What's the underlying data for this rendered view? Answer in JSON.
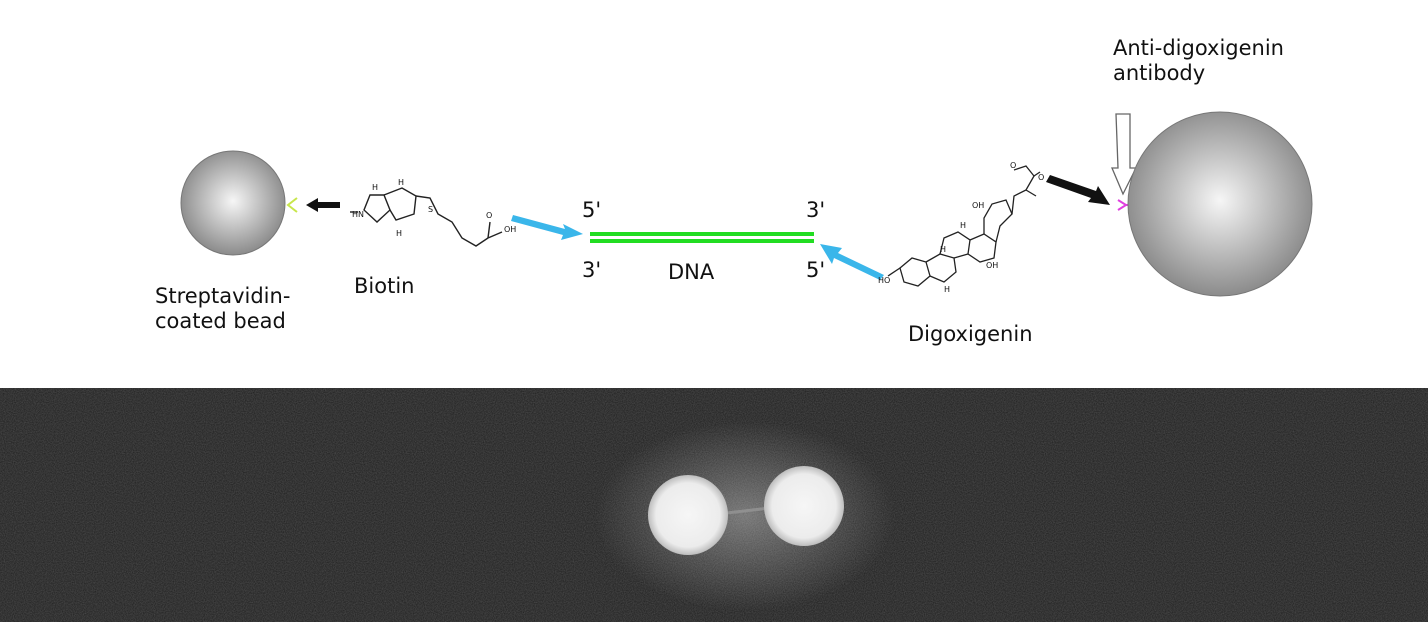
{
  "diagram": {
    "labels": {
      "streptavidin_bead": "Streptavidin-\ncoated bead",
      "biotin": "Biotin",
      "dna": "DNA",
      "strand_top_left": "5'",
      "strand_bottom_left": "3'",
      "strand_top_right": "3'",
      "strand_bottom_right": "5'",
      "digoxigenin": "Digoxigenin",
      "antibody": "Anti-digoxigenin\nantibody"
    },
    "chemical_atoms": {
      "biotin_n1": "H",
      "biotin_n2": "HN",
      "biotin_h1": "H",
      "biotin_h2": "H",
      "biotin_s": "S",
      "biotin_o": "O",
      "biotin_oh": "OH",
      "digoxigenin_ho": "HO",
      "digoxigenin_o1": "O",
      "digoxigenin_o2": "O",
      "digoxigenin_oh1": "OH",
      "digoxigenin_oh2": "OH",
      "digoxigenin_h1": "H",
      "digoxigenin_h2": "H",
      "digoxigenin_h3": "H"
    },
    "colors": {
      "dna_strand": "#22dd22",
      "link_arrow": "#3ab6ea",
      "bind_arrow": "#111111",
      "streptavidin_marker": "#c8e64c",
      "antibody_marker": "#e040e0",
      "bead_light": "#f4f4f4",
      "bead_dark": "#8a8a8a"
    }
  },
  "micrograph": {
    "background_color": "#1c1c1c",
    "bead_color": "#f2f2f2"
  }
}
